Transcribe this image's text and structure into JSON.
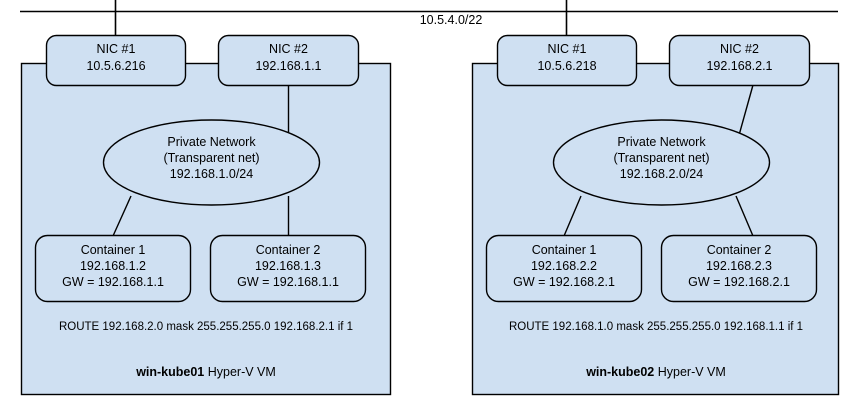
{
  "diagram": {
    "title": "Hyper-V VM container networking diagram",
    "backbone": {
      "label": "10.5.4.0/22",
      "name": "corporate-network-backbone"
    },
    "colors": {
      "fill": "#cfe0f2",
      "stroke": "#000000",
      "line": "#000000",
      "background": "#ffffff"
    },
    "vms": [
      {
        "id": "win-kube01",
        "host_name": "win-kube01",
        "host_suffix": " Hyper-V VM",
        "nics": [
          {
            "name": "NIC #1",
            "address": "10.5.6.216"
          },
          {
            "name": "NIC #2",
            "address": "192.168.1.1"
          }
        ],
        "network": {
          "line1": "Private Network",
          "line2": "(Transparent net)",
          "line3": "192.168.1.0/24"
        },
        "containers": [
          {
            "name": "Container 1",
            "address": "192.168.1.2",
            "gateway": "GW = 192.168.1.1"
          },
          {
            "name": "Container 2",
            "address": "192.168.1.3",
            "gateway": "GW = 192.168.1.1"
          }
        ],
        "route": "ROUTE 192.168.2.0 mask 255.255.255.0 192.168.2.1 if 1"
      },
      {
        "id": "win-kube02",
        "host_name": "win-kube02",
        "host_suffix": " Hyper-V VM",
        "nics": [
          {
            "name": "NIC #1",
            "address": "10.5.6.218"
          },
          {
            "name": "NIC #2",
            "address": "192.168.2.1"
          }
        ],
        "network": {
          "line1": "Private Network",
          "line2": "(Transparent net)",
          "line3": "192.168.2.0/24"
        },
        "containers": [
          {
            "name": "Container 1",
            "address": "192.168.2.2",
            "gateway": "GW = 192.168.2.1"
          },
          {
            "name": "Container 2",
            "address": "192.168.2.3",
            "gateway": "GW = 192.168.2.1"
          }
        ],
        "route": "ROUTE 192.168.1.0 mask 255.255.255.0 192.168.1.1 if 1"
      }
    ]
  }
}
